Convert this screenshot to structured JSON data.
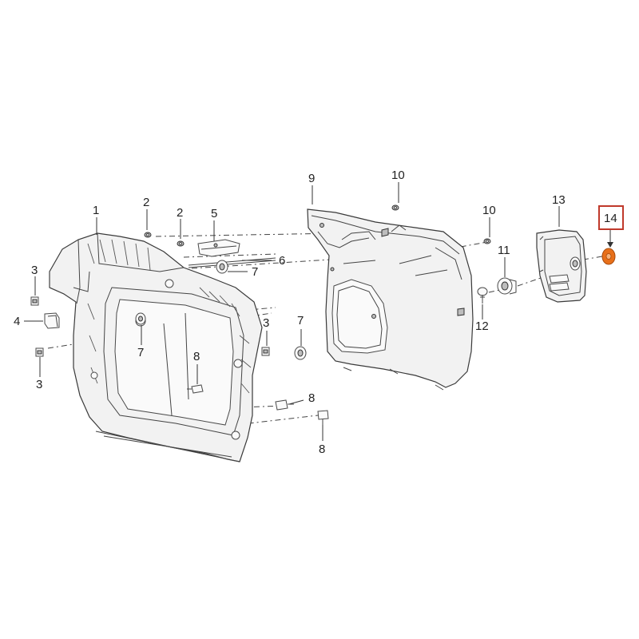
{
  "callouts": {
    "c1": "1",
    "c2a": "2",
    "c2b": "2",
    "c3a": "3",
    "c3b": "3",
    "c3c": "3",
    "c4": "4",
    "c5": "5",
    "c6": "6",
    "c7a": "7",
    "c7b": "7",
    "c7c": "7",
    "c8a": "8",
    "c8b": "8",
    "c8c": "8",
    "c9": "9",
    "c10a": "10",
    "c10b": "10",
    "c11": "11",
    "c12": "12",
    "c13": "13",
    "c14": "14"
  },
  "colors": {
    "highlight_box": "#c0392b",
    "highlight_part": "#e8701a",
    "line": "#333333"
  }
}
